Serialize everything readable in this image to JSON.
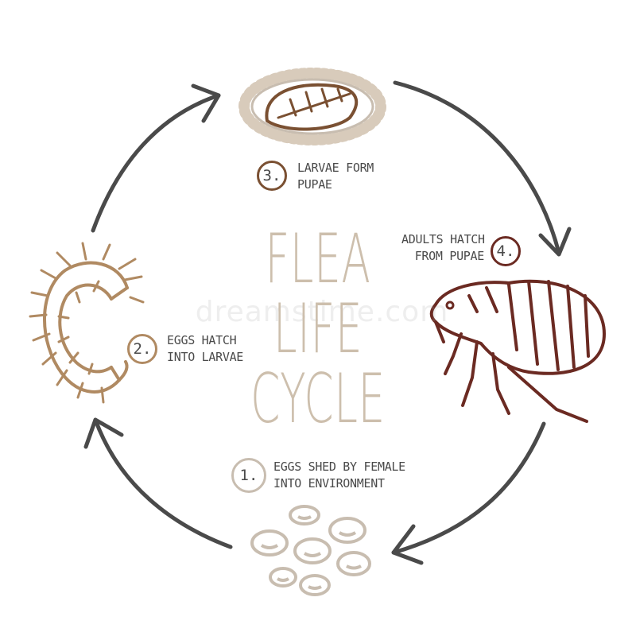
{
  "title_lines": [
    "FLEA",
    "LIFE",
    "CYCLE"
  ],
  "watermark": "dreamstime.com",
  "colors": {
    "arrow": "#4a4a4a",
    "step1": "#c8bdb0",
    "step2": "#b08a62",
    "step3": "#7a5032",
    "step4": "#6b2a22",
    "title": "#cdbfad"
  },
  "steps": [
    {
      "number": "1.",
      "line1": "EGGS SHED BY FEMALE",
      "line2": "INTO ENVIRONMENT",
      "icon": "eggs-icon"
    },
    {
      "number": "2.",
      "line1": "EGGS HATCH",
      "line2": "INTO LARVAE",
      "icon": "larva-icon"
    },
    {
      "number": "3.",
      "line1": "LARVAE FORM",
      "line2": "PUPAE",
      "icon": "pupa-icon"
    },
    {
      "number": "4.",
      "line1": "ADULTS HATCH",
      "line2": "FROM PUPAE",
      "icon": "adult-flea-icon"
    }
  ]
}
